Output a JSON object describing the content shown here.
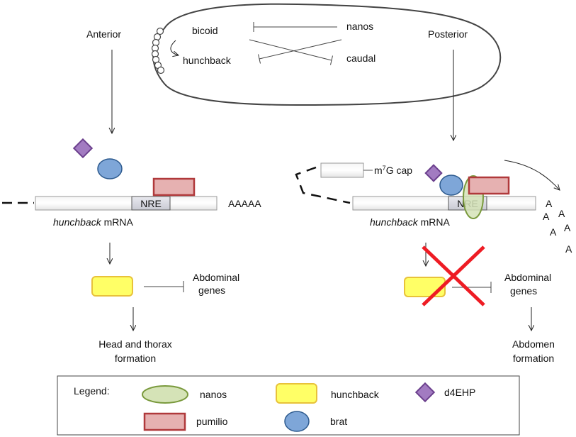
{
  "embryo": {
    "genes": {
      "bicoid": "bicoid",
      "nanos": "nanos",
      "hunchback": "hunchback",
      "caudal": "caudal"
    }
  },
  "anterior": {
    "side_label": "Anterior",
    "nre_label": "NRE",
    "polya_label": "AAAAA",
    "mrna_name": "hunchback",
    "mrna_word": "mRNA",
    "target_label": "Abdominal genes",
    "target_line1": "Abdominal",
    "target_line2": "genes",
    "outcome_line1": "Head and thorax",
    "outcome_line2": "formation"
  },
  "posterior": {
    "side_label": "Posterior",
    "cap_prefix": "m",
    "cap_superscript": "7",
    "cap_suffix": "G cap",
    "nre_label": "NRE",
    "polya_letters": [
      "A",
      "A",
      "A",
      "A",
      "A",
      "A"
    ],
    "mrna_name": "hunchback",
    "mrna_word": "mRNA",
    "target_line1": "Abdominal",
    "target_line2": "genes",
    "outcome_line1": "Abdomen",
    "outcome_line2": "formation"
  },
  "legend": {
    "title": "Legend:",
    "items": {
      "nanos": "nanos",
      "hunchback": "hunchback",
      "d4ehp": "d4EHP",
      "pumilio": "pumilio",
      "brat": "brat"
    }
  },
  "colors": {
    "nanos_fill": "#d5e3b7",
    "nanos_stroke": "#7a9a3d",
    "hunchback_fill": "#ffff66",
    "hunchback_stroke": "#e8c23a",
    "pumilio_fill": "#e6b1b1",
    "pumilio_stroke": "#b0393b",
    "brat_fill": "#7ea6d8",
    "brat_stroke": "#2d5a8e",
    "d4ehp_fill": "#a27bc1",
    "d4ehp_stroke": "#6b3f8d",
    "cross": "#ee1c24"
  }
}
